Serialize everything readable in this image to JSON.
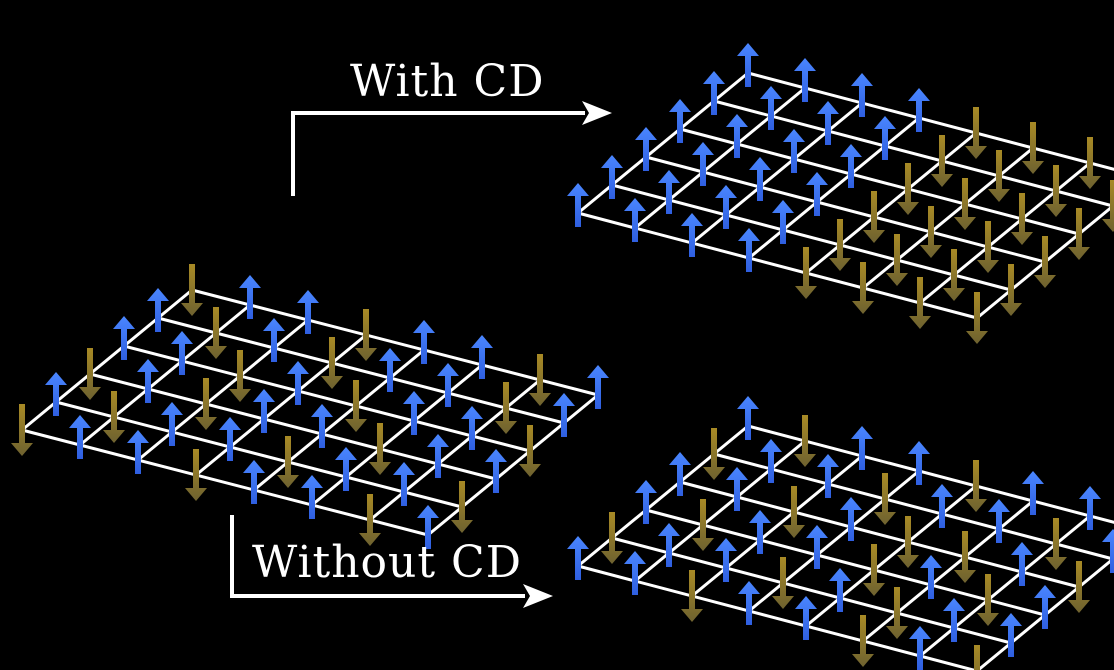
{
  "labels": {
    "with": "With CD",
    "without": "Without CD"
  },
  "colors": {
    "background": "#000000",
    "grid": "#ffffff",
    "spin_up": "#2f5fe0",
    "spin_up_light": "#4a86ff",
    "spin_down": "#8a7420",
    "spin_down_light": "#b99b35",
    "arrow": "#ffffff"
  },
  "lattices": [
    {
      "name": "initial",
      "spins": [
        [
          "down",
          "up",
          "up",
          "down",
          "up",
          "up",
          "down",
          "up"
        ],
        [
          "up",
          "down",
          "up",
          "up",
          "down",
          "up",
          "up",
          "down"
        ],
        [
          "down",
          "up",
          "down",
          "up",
          "up",
          "down",
          "up",
          "up"
        ],
        [
          "up",
          "up",
          "down",
          "up",
          "down",
          "up",
          "up",
          "down"
        ],
        [
          "up",
          "down",
          "up",
          "down",
          "up",
          "up",
          "down",
          "up"
        ],
        [
          "down",
          "up",
          "up",
          "down",
          "up",
          "up",
          "down",
          "up"
        ]
      ]
    },
    {
      "name": "with-cd",
      "spins": [
        [
          "up",
          "up",
          "up",
          "up",
          "down",
          "down",
          "down",
          "down"
        ],
        [
          "up",
          "up",
          "up",
          "up",
          "down",
          "down",
          "down",
          "down"
        ],
        [
          "up",
          "up",
          "up",
          "up",
          "down",
          "down",
          "down",
          "down"
        ],
        [
          "up",
          "up",
          "up",
          "up",
          "down",
          "down",
          "down",
          "down"
        ],
        [
          "up",
          "up",
          "up",
          "up",
          "down",
          "down",
          "down",
          "down"
        ],
        [
          "up",
          "up",
          "up",
          "up",
          "down",
          "down",
          "down",
          "down"
        ]
      ]
    },
    {
      "name": "without-cd",
      "spins": [
        [
          "up",
          "up",
          "down",
          "up",
          "up",
          "down",
          "up",
          "down"
        ],
        [
          "down",
          "up",
          "up",
          "down",
          "up",
          "down",
          "up",
          "up"
        ],
        [
          "up",
          "down",
          "up",
          "up",
          "down",
          "up",
          "down",
          "up"
        ],
        [
          "up",
          "up",
          "down",
          "up",
          "down",
          "down",
          "up",
          "down"
        ],
        [
          "down",
          "up",
          "up",
          "down",
          "up",
          "up",
          "down",
          "up"
        ],
        [
          "up",
          "down",
          "up",
          "up",
          "down",
          "up",
          "up",
          "down"
        ]
      ]
    }
  ]
}
